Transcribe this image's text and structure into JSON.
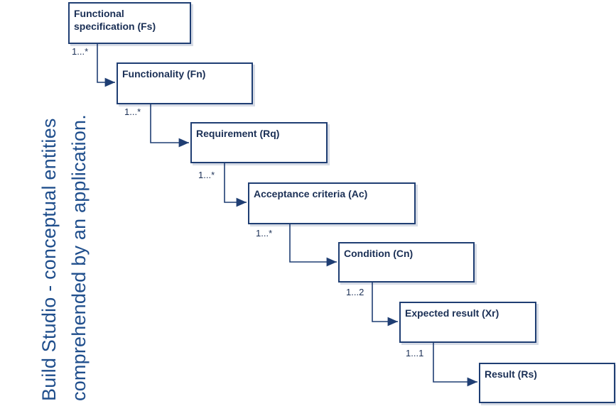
{
  "title_line1": "Build Studio - conceptual entities",
  "title_line2": "comprehended by an application.",
  "entities": [
    {
      "label": "Functional specification (Fs)"
    },
    {
      "label": "Functionality (Fn)"
    },
    {
      "label": "Requirement (Rq)"
    },
    {
      "label": "Acceptance criteria (Ac)"
    },
    {
      "label": "Condition (Cn)"
    },
    {
      "label": "Expected result (Xr)"
    },
    {
      "label": "Result (Rs)"
    }
  ],
  "multiplicities": [
    "1...*",
    "1...*",
    "1...*",
    "1...*",
    "1...2",
    "1...1"
  ],
  "colors": {
    "text": "#1f4e8c",
    "border": "#1f3e73"
  }
}
